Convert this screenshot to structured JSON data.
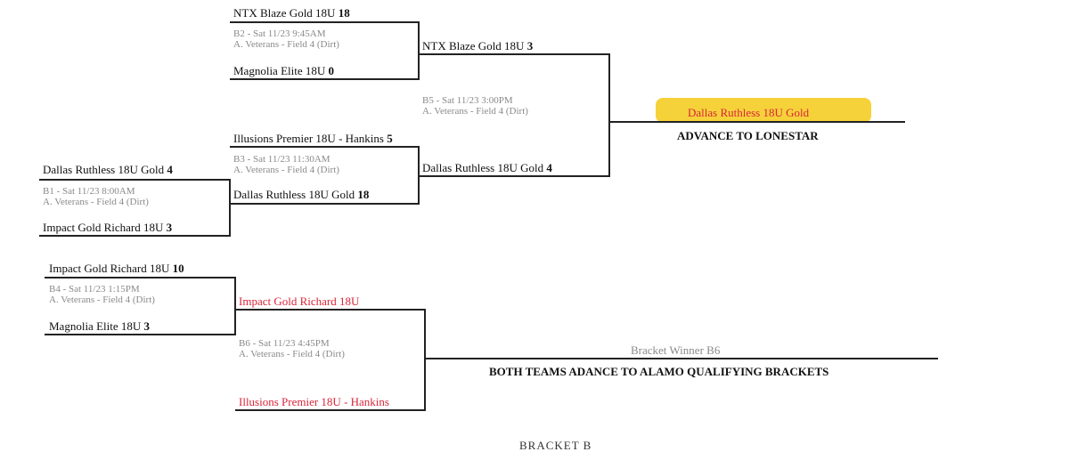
{
  "b1": {
    "top_team": "Dallas Ruthless 18U Gold",
    "top_score": "4",
    "info_line1": "B1 - Sat 11/23 8:00AM",
    "info_line2": "A. Veterans - Field 4 (Dirt)",
    "bottom_team": "Impact Gold Richard 18U",
    "bottom_score": "3"
  },
  "b2": {
    "top_team": "NTX Blaze Gold 18U",
    "top_score": "18",
    "info_line1": "B2 - Sat 11/23 9:45AM",
    "info_line2": "A. Veterans - Field 4 (Dirt)",
    "bottom_team": "Magnolia Elite 18U",
    "bottom_score": "0"
  },
  "b3": {
    "top_team": "Illusions Premier 18U - Hankins",
    "top_score": "5",
    "info_line1": "B3 - Sat 11/23 11:30AM",
    "info_line2": "A. Veterans - Field 4 (Dirt)",
    "bottom_team": "Dallas Ruthless 18U Gold",
    "bottom_score": "18"
  },
  "b5": {
    "top_team": "NTX Blaze Gold 18U",
    "top_score": "3",
    "info_line1": "B5 - Sat 11/23 3:00PM",
    "info_line2": "A. Veterans - Field 4 (Dirt)",
    "bottom_team": "Dallas Ruthless 18U Gold",
    "bottom_score": "4"
  },
  "final": {
    "winner": "Dallas Ruthless 18U Gold",
    "caption": "ADVANCE TO LONESTAR",
    "highlight_color": "#f6d23a",
    "winner_color": "#d8263a"
  },
  "b4": {
    "top_team": "Impact Gold Richard 18U",
    "top_score": "10",
    "info_line1": "B4 - Sat 11/23 1:15PM",
    "info_line2": "A. Veterans - Field 4 (Dirt)",
    "bottom_team": "Magnolia Elite 18U",
    "bottom_score": "3"
  },
  "b6": {
    "top_team": "Impact Gold Richard 18U",
    "info_line1": "B6 - Sat 11/23 4:45PM",
    "info_line2": "A. Veterans - Field 4 (Dirt)",
    "bottom_team": "Illusions Premier 18U - Hankins",
    "result_label": "Bracket Winner B6",
    "caption": "BOTH TEAMS ADANCE TO ALAMO QUALIFYING BRACKETS"
  },
  "footer_partial": "BRACKET B"
}
